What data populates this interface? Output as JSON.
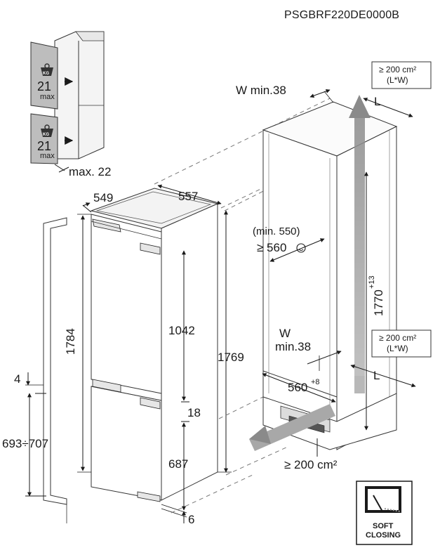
{
  "model_code": "PSGBRF220DE0000B",
  "door_load": {
    "weight_badge": "KG",
    "value": "21",
    "unit": "max",
    "max_offset_label": "max. 22"
  },
  "appliance_dims": {
    "depth": "549",
    "width": "557",
    "total_height": "1784",
    "frame_height": "1769",
    "upper_door": "1042",
    "gap": "18",
    "lower_door": "687",
    "bottom_gap": "6"
  },
  "side_profile": {
    "gap_label": "4",
    "range_label": "693÷707"
  },
  "niche": {
    "vent_top_line1": "≥ 200 cm²",
    "vent_top_line2": "(L*W)",
    "width_top": "W min.38",
    "length_top": "L",
    "min_depth_note": "(min. 550)",
    "depth_prefix": "≥ 560",
    "height": "1770",
    "height_tolerance": "+13",
    "vent_mid_line1": "≥ 200 cm²",
    "vent_mid_line2": "(L*W)",
    "width_bottom_line1": "W",
    "width_bottom_line2": "min.38",
    "length_bottom": "L",
    "depth_bottom": "560",
    "depth_bottom_tolerance": "+8",
    "vent_bottom": "≥ 200 cm²"
  },
  "soft_closing": {
    "line1": "SOFT",
    "line2": "CLOSING"
  },
  "icons": [
    "weight-icon",
    "arrow-icon",
    "smiley-icon",
    "airflow-arrow-icon",
    "soft-closing-icon"
  ]
}
